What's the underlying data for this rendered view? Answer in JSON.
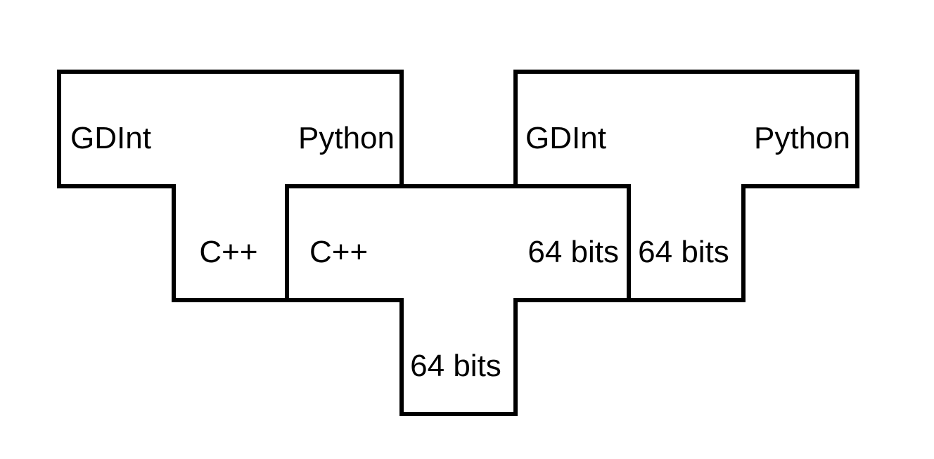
{
  "shapes": [
    {
      "labels": [
        "GDInt",
        "Python",
        "C++"
      ]
    },
    {
      "labels": [
        "C++",
        "64 bits",
        "64 bits"
      ]
    },
    {
      "labels": [
        "GDInt",
        "Python",
        "64 bits"
      ]
    }
  ],
  "colors": {
    "stroke": "#000000",
    "background": "#ffffff",
    "text": "#000000"
  }
}
